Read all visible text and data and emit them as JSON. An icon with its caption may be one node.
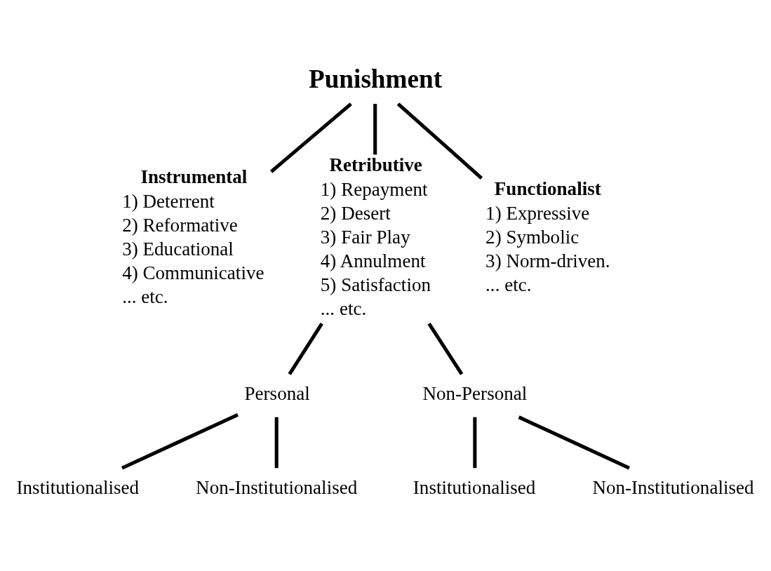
{
  "diagram": {
    "nodes": [
      {
        "text": [
          "Punishment"
        ]
      },
      {
        "text": [
          "Instrumental",
          "1) Deterrent",
          "2) Reformative",
          "3) Educational",
          "4) Communicative",
          "... etc."
        ]
      },
      {
        "text": [
          "Retributive",
          "1) Repayment",
          "2) Desert",
          "3) Fair Play",
          "4) Annulment",
          "5) Satisfaction",
          "... etc."
        ]
      },
      {
        "text": [
          "Functionalist",
          "1) Expressive",
          "2) Symbolic",
          "3) Norm-driven.",
          "... etc."
        ]
      },
      {
        "text": [
          "Personal"
        ]
      },
      {
        "text": [
          "Non-Personal"
        ]
      },
      {
        "text": [
          "Institutionalised"
        ]
      },
      {
        "text": [
          "Non-Institutionalised"
        ]
      },
      {
        "text": [
          "Institutionalised"
        ]
      },
      {
        "text": [
          "Non-Institutionalised"
        ]
      }
    ],
    "edges": [
      {
        "from": 0,
        "to": 1,
        "arrow": "none"
      },
      {
        "from": 0,
        "to": 2,
        "arrow": "none"
      },
      {
        "from": 0,
        "to": 3,
        "arrow": "none"
      },
      {
        "from": 2,
        "to": 4,
        "arrow": "none"
      },
      {
        "from": 2,
        "to": 5,
        "arrow": "none"
      },
      {
        "from": 4,
        "to": 6,
        "arrow": "none"
      },
      {
        "from": 4,
        "to": 7,
        "arrow": "none"
      },
      {
        "from": 5,
        "to": 8,
        "arrow": "none"
      },
      {
        "from": 5,
        "to": 9,
        "arrow": "none"
      }
    ]
  }
}
